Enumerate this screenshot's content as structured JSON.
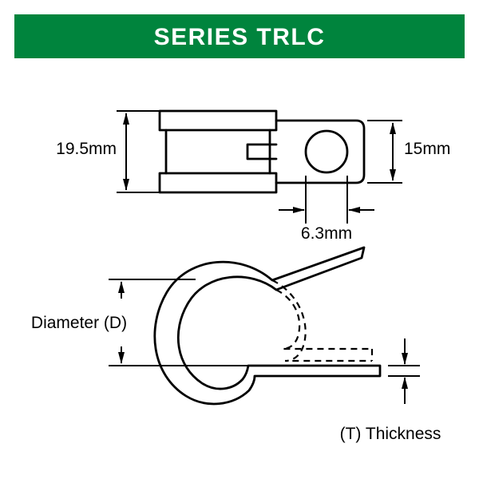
{
  "header": {
    "title": "SERIES TRLC",
    "bg_color": "#00843D",
    "text_color": "#FFFFFF"
  },
  "top_view": {
    "width_label": "19.5mm",
    "tab_height_label": "15mm",
    "hole_diameter_label": "6.3mm"
  },
  "side_view": {
    "diameter_label": "Diameter (D)",
    "thickness_label": "(T) Thickness"
  }
}
